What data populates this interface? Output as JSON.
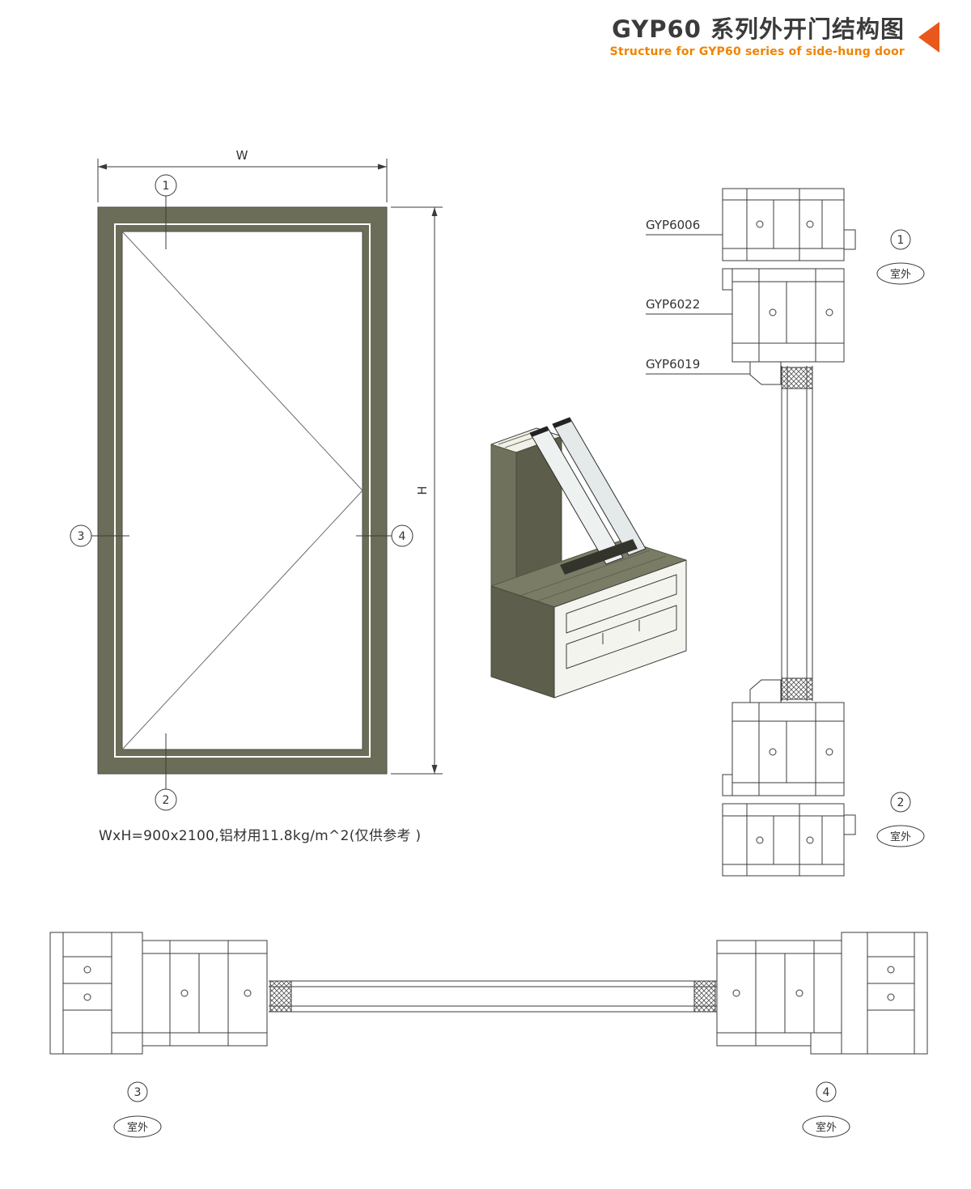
{
  "header": {
    "title_cn": "GYP60 系列外开门结构图",
    "title_en": "Structure for GYP60 series of side-hung door"
  },
  "elevation": {
    "dim_width_label": "W",
    "dim_height_label": "H",
    "note": "WxH=900x2100,铝材用11.8kg/m^2(仅供参考 )"
  },
  "callouts": {
    "c1": "1",
    "c2": "2",
    "c3": "3",
    "c4": "4"
  },
  "profile_labels": {
    "head_frame": "GYP6006",
    "head_sash": "GYP6022",
    "glazing_bead": "GYP6019"
  },
  "sections": {
    "s1": {
      "num": "1",
      "side": "室外"
    },
    "s2": {
      "num": "2",
      "side": "室外"
    },
    "s3": {
      "num": "3",
      "side": "室外"
    },
    "s4": {
      "num": "4",
      "side": "室外"
    }
  },
  "colors": {
    "accent": "#F08300",
    "arrow": "#E8581C",
    "frame_olive": "#6C6D58",
    "line": "#3B3B3B"
  }
}
